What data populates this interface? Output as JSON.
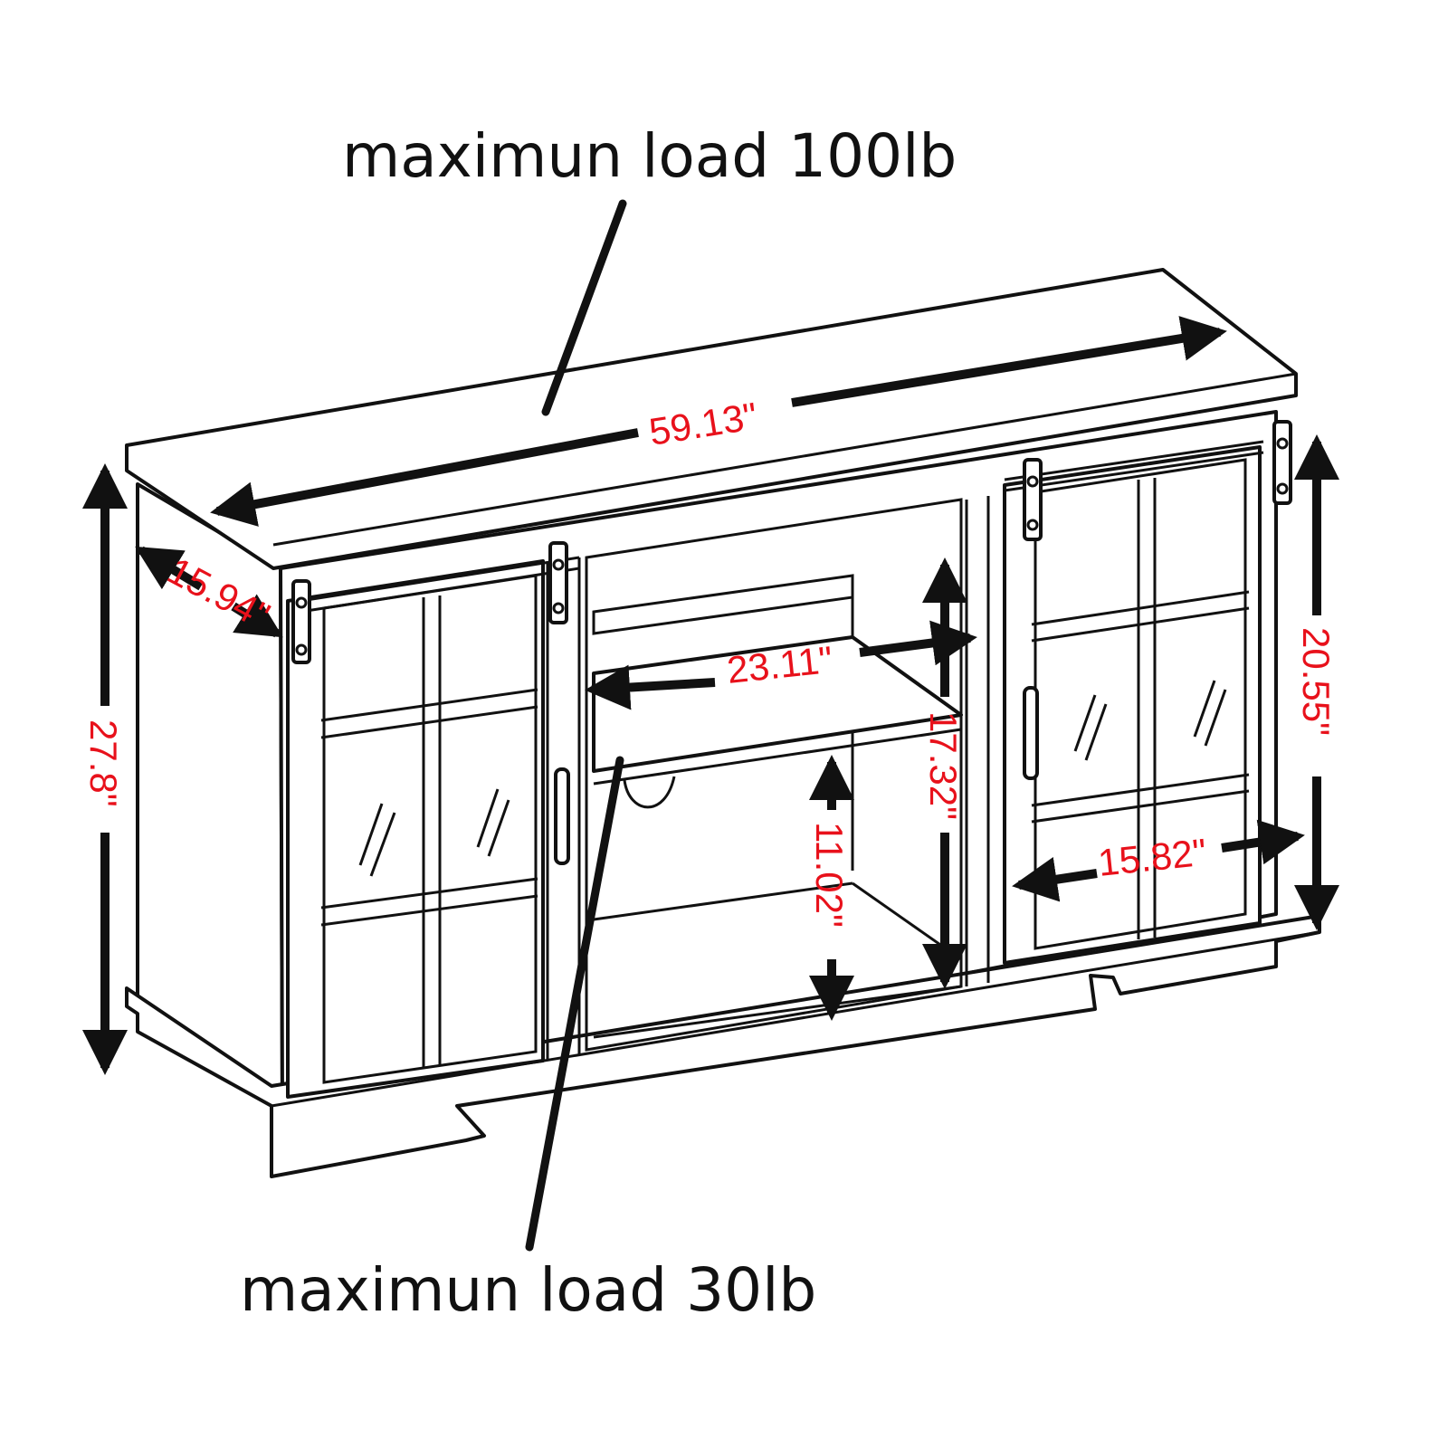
{
  "notes": {
    "top_load": "maximun load 100lb",
    "shelf_load": "maximun load 30lb"
  },
  "dimensions": {
    "width": "59.13\"",
    "depth": "15.94\"",
    "height": "27.8\"",
    "cabinet_height": "20.55\"",
    "shelf_width": "23.11\"",
    "shelf_depth": "17.32\"",
    "lower_opening_height": "11.02\"",
    "door_width": "15.82\""
  },
  "colors": {
    "dimension_text": "#e8111b",
    "line": "#111111",
    "background": "#ffffff"
  }
}
